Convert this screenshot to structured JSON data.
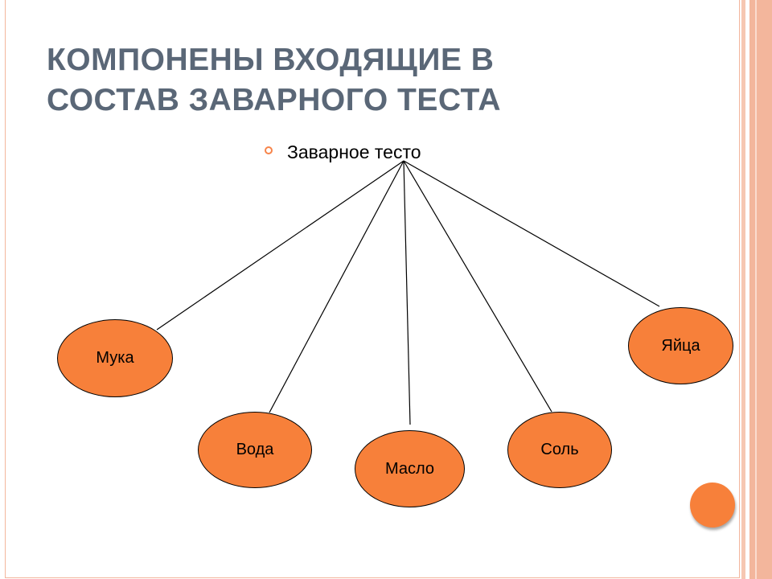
{
  "title": {
    "line1": "КОМПОНЕНЫ ВХОДЯЩИЕ В",
    "line2": "СОСТАВ ЗАВАРНОГО ТЕСТА"
  },
  "diagram": {
    "root": "Заварное тесто",
    "nodes": [
      {
        "id": "flour",
        "label": "Мука"
      },
      {
        "id": "water",
        "label": "Вода"
      },
      {
        "id": "butter",
        "label": "Масло"
      },
      {
        "id": "salt",
        "label": "Соль"
      },
      {
        "id": "eggs",
        "label": "Яйца"
      }
    ]
  },
  "colors": {
    "title": "#5a6777",
    "node_fill": "#f7803a",
    "accent_border": "#f3b69c",
    "bullet": "#f7844a"
  }
}
